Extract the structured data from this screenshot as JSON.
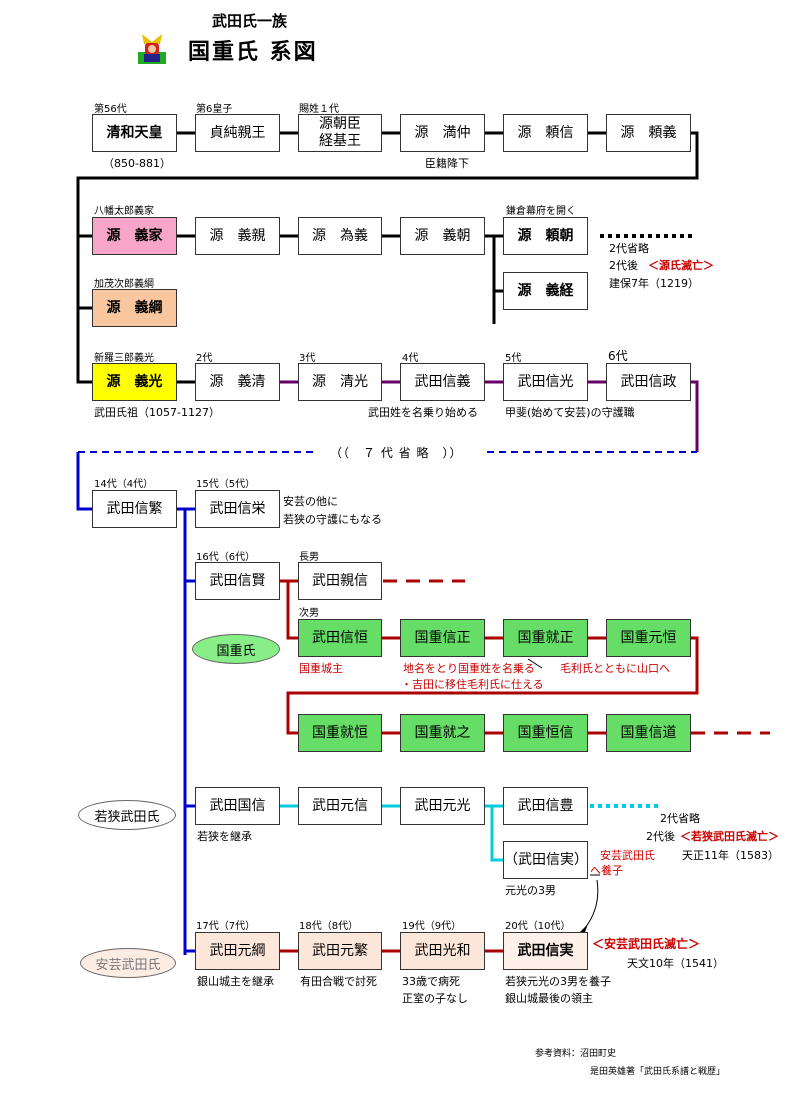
{
  "title": {
    "sub": "武田氏一族",
    "main": "国重氏 系図"
  },
  "gen1": {
    "labels": [
      "第56代",
      "第6皇子",
      "賜姓１代"
    ],
    "boxes": [
      "清和天皇",
      "貞純親王",
      "源朝臣\n経基王",
      "源　満仲",
      "源　頼信",
      "源　頼義"
    ],
    "notes": [
      "（850-881）",
      "臣籍降下"
    ]
  },
  "gen2": {
    "labels": [
      "八幡太郎義家",
      "鎌倉幕府を開く"
    ],
    "boxes": [
      "源　義家",
      "源　義親",
      "源　為義",
      "源　義朝",
      "源　頼朝",
      "源　義経"
    ],
    "notes": [
      "2代省略",
      "2代後",
      "＜源氏滅亡＞",
      "建保7年（1219）"
    ]
  },
  "gen3": {
    "label": "加茂次郎義綱",
    "box": "源　義綱"
  },
  "gen4": {
    "labels": [
      "新羅三郎義光",
      "2代",
      "3代",
      "4代",
      "5代",
      "6代"
    ],
    "boxes": [
      "源　義光",
      "源　義清",
      "源　清光",
      "武田信義",
      "武田信光",
      "武田信政"
    ],
    "notes": [
      "武田氏祖（1057-1127）",
      "武田姓を名乗り始める",
      "甲斐(始めて安芸)の守護職"
    ]
  },
  "omitted": "（（　７ 代 省 略　））",
  "gen5": {
    "labels": [
      "14代（4代）",
      "15代（5代）"
    ],
    "boxes": [
      "武田信繁",
      "武田信栄"
    ],
    "notes": [
      "安芸の他に",
      "若狭の守護にもなる"
    ]
  },
  "gen6": {
    "labels": [
      "16代（6代）",
      "長男",
      "次男"
    ],
    "boxes": [
      "武田信賢",
      "武田親信"
    ]
  },
  "kunishige": {
    "oval": "国重氏",
    "row1": [
      "武田信恒",
      "国重信正",
      "国重就正",
      "国重元恒"
    ],
    "row2": [
      "国重就恒",
      "国重就之",
      "国重恒信",
      "国重信道"
    ],
    "notes": [
      "国重城主",
      "地名をとり国重姓を名乗る",
      "・吉田に移住毛利氏に仕える",
      "毛利氏とともに山口へ"
    ]
  },
  "wakasa": {
    "oval": "若狭武田氏",
    "boxes": [
      "武田国信",
      "武田元信",
      "武田元光",
      "武田信豊",
      "（武田信実）"
    ],
    "notes": [
      "若狭を継承",
      "2代省略",
      "2代後",
      "＜若狭武田氏滅亡＞",
      "天正11年（1583）",
      "元光の3男",
      "安芸武田氏",
      "へ養子"
    ]
  },
  "aki": {
    "oval": "安芸武田氏",
    "labels": [
      "17代（7代）",
      "18代（8代）",
      "19代（9代）",
      "20代（10代）"
    ],
    "boxes": [
      "武田元綱",
      "武田元繁",
      "武田光和",
      "武田信実"
    ],
    "notes": [
      "銀山城主を継承",
      "有田合戦で討死",
      "33歳で病死",
      "正室の子なし",
      "若狭元光の3男を養子",
      "銀山城最後の領主",
      "＜安芸武田氏滅亡＞",
      "天文10年（1541）"
    ]
  },
  "refs": [
    "参考資料：沼田町史",
    "是田英雄著「武田氏系譜と戦歴」"
  ],
  "colors": {
    "black": "#000000",
    "purple": "#660066",
    "blue": "#0000cc",
    "red": "#aa0000",
    "cyan": "#00ccdd",
    "pink": "#f7a6c9",
    "peach": "#f9c69e",
    "yellow": "#ffff00",
    "green": "#66dd66"
  }
}
